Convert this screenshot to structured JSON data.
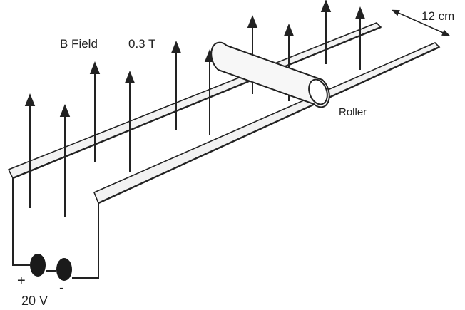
{
  "labels": {
    "field": "B Field",
    "field_value": "0.3 T",
    "width": "12 cm",
    "roller": "Roller",
    "plus": "+",
    "minus": "-",
    "voltage": "20 V"
  },
  "colors": {
    "ink": "#222222",
    "rail_fill": "#f2f2f2",
    "roller_fill": "#f7f7f7",
    "terminal": "#1a1a1a"
  }
}
